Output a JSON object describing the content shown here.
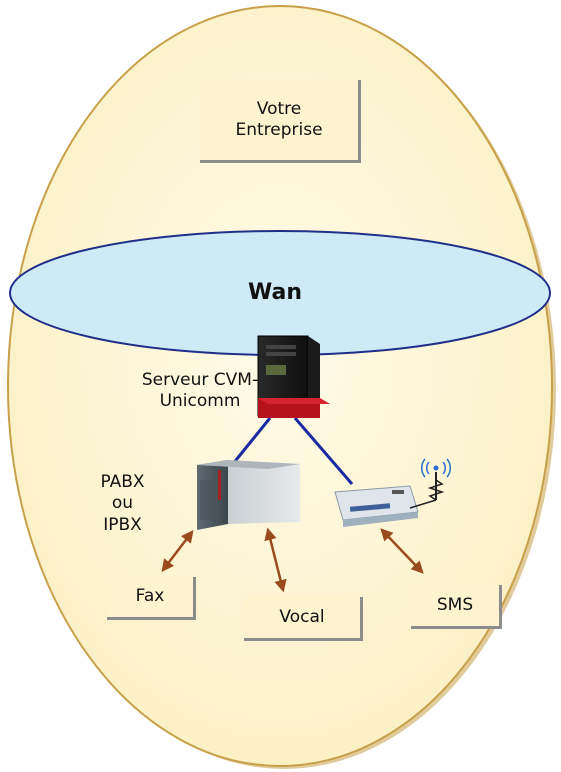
{
  "company_label": "Votre Entreprise",
  "wan_label": "Wan",
  "server_label": "Serveur CVM-Unicomm",
  "pabx_label": "PABX ou IPBX",
  "fax_label": "Fax",
  "vocal_label": "Vocal",
  "sms_label": "SMS",
  "colors": {
    "egg_fill": "#fdf3cf",
    "egg_stroke": "#c9a04a",
    "wan_fill": "#cfeaf7",
    "wan_stroke": "#1f2f8a",
    "link_line": "#1a2aa0",
    "arrow": "#9a4a1e"
  }
}
